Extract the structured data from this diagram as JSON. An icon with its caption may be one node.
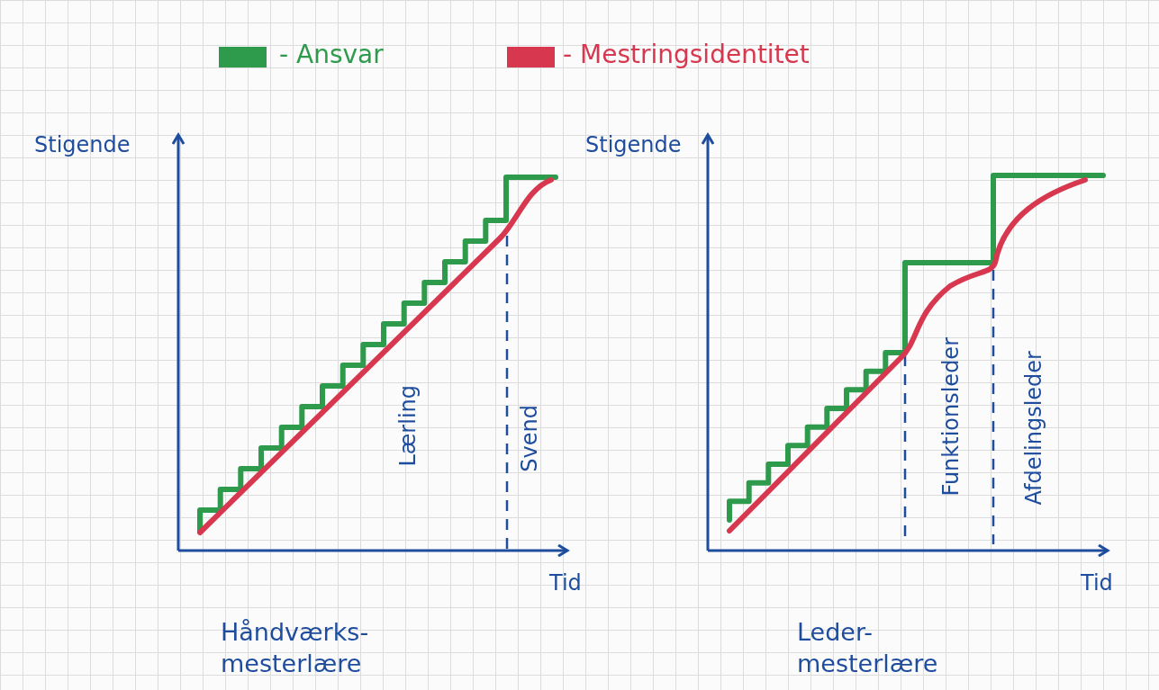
{
  "diagram": {
    "labels": [
      "Stigende",
      "Stigende",
      "Lærling",
      "Svend",
      "Funktionsleder",
      "Afdelingsleder",
      "Tid",
      "Tid",
      "Håndværks- mesterlære",
      "Leder- mesterlære"
    ],
    "legend": [
      {
        "text": "- Ansvar",
        "color": "#2e9a4c"
      },
      {
        "text": "- Mestringsidentitet",
        "color": "#d8384f"
      }
    ]
  }
}
